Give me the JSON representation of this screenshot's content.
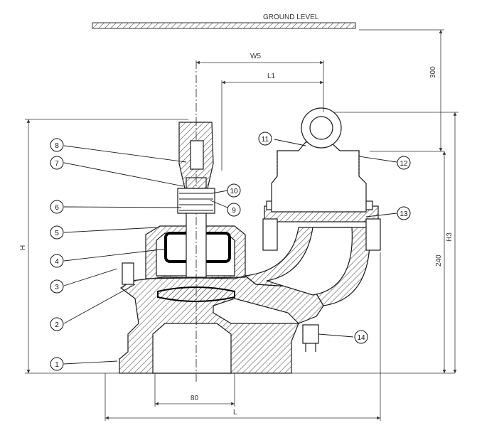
{
  "drawing": {
    "ground_label": "GROUND LEVEL",
    "dimensions": {
      "W5": "W5",
      "L1": "L1",
      "H": "H",
      "H3": "H3",
      "L": "L",
      "d300": "300",
      "d240": "240",
      "d80": "80"
    },
    "callouts": [
      "1",
      "2",
      "3",
      "4",
      "5",
      "6",
      "7",
      "8",
      "9",
      "10",
      "11",
      "12",
      "13",
      "14"
    ],
    "colors": {
      "line": "#1a1a1a",
      "hatch": "#555555",
      "dim": "#333333"
    }
  }
}
